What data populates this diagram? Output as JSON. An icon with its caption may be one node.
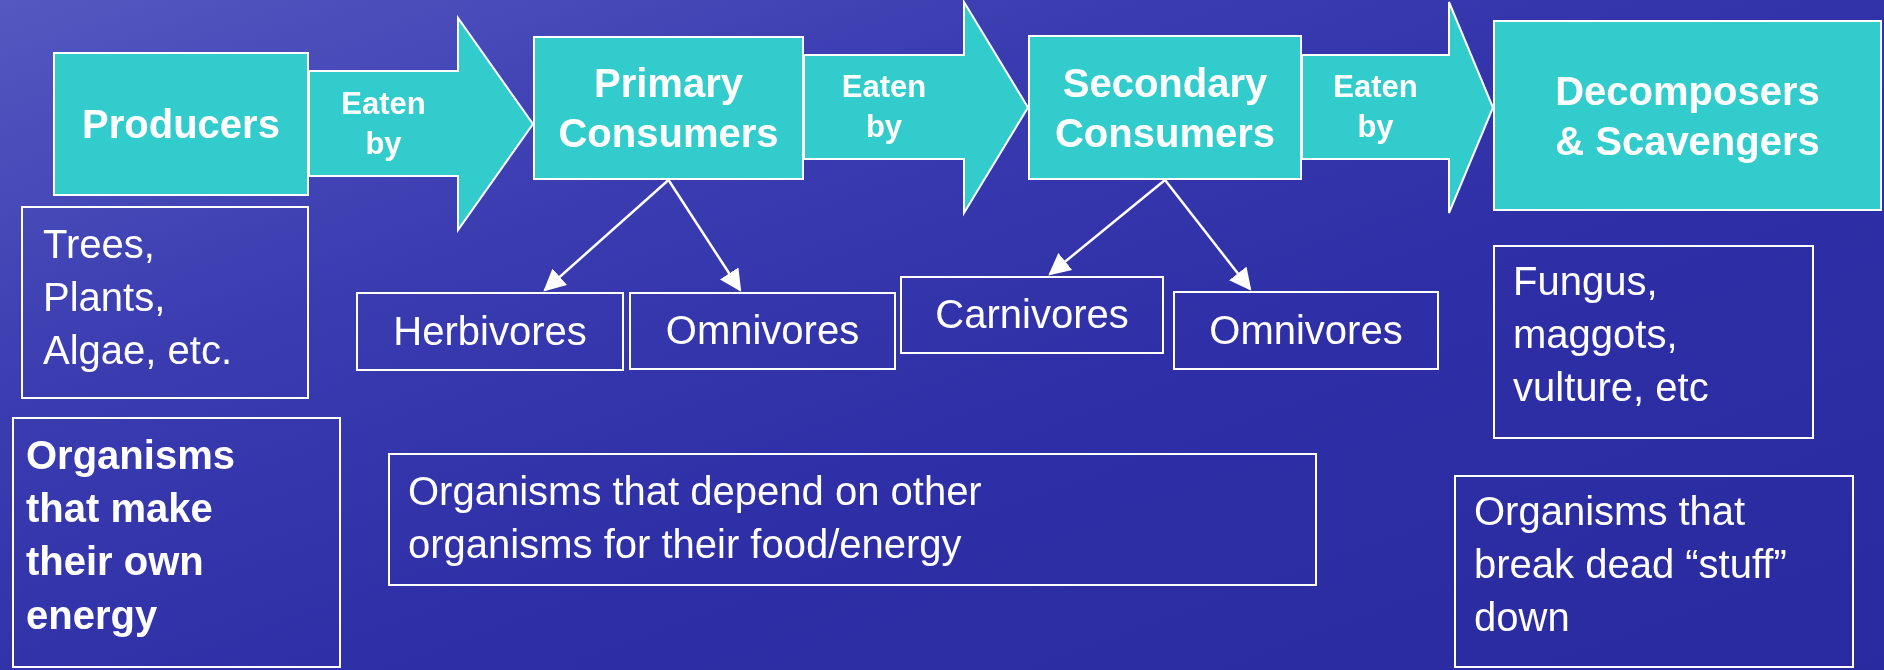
{
  "diagram": {
    "nodes": [
      {
        "text": [
          "Producers"
        ]
      },
      {
        "text": [
          "Primary Consumers"
        ]
      },
      {
        "text": [
          "Secondary Consumers"
        ]
      },
      {
        "text": [
          "Decomposers & Scavengers"
        ]
      },
      {
        "text": [
          "Trees, Plants, Algae, etc."
        ]
      },
      {
        "text": [
          "Herbivores"
        ]
      },
      {
        "text": [
          "Omnivores"
        ]
      },
      {
        "text": [
          "Carnivores"
        ]
      },
      {
        "text": [
          "Omnivores"
        ]
      },
      {
        "text": [
          "Fungus, maggots, vulture, etc"
        ]
      },
      {
        "text": [
          "Organisms that make their own energy"
        ]
      },
      {
        "text": [
          "Organisms that depend on other organisms for their food/energy"
        ]
      },
      {
        "text": [
          "Organisms that break dead “stuff” down"
        ]
      }
    ],
    "edges": [
      {
        "from": 0,
        "to": 1,
        "arrow": "to",
        "label": "Eaten by",
        "style": "thick"
      },
      {
        "from": 1,
        "to": 2,
        "arrow": "to",
        "label": "Eaten by",
        "style": "thick"
      },
      {
        "from": 2,
        "to": 3,
        "arrow": "to",
        "label": "Eaten by",
        "style": "thick"
      },
      {
        "from": 1,
        "to": 5,
        "arrow": "to"
      },
      {
        "from": 1,
        "to": 6,
        "arrow": "to"
      },
      {
        "from": 2,
        "to": 7,
        "arrow": "to"
      },
      {
        "from": 2,
        "to": 8,
        "arrow": "to"
      }
    ]
  }
}
